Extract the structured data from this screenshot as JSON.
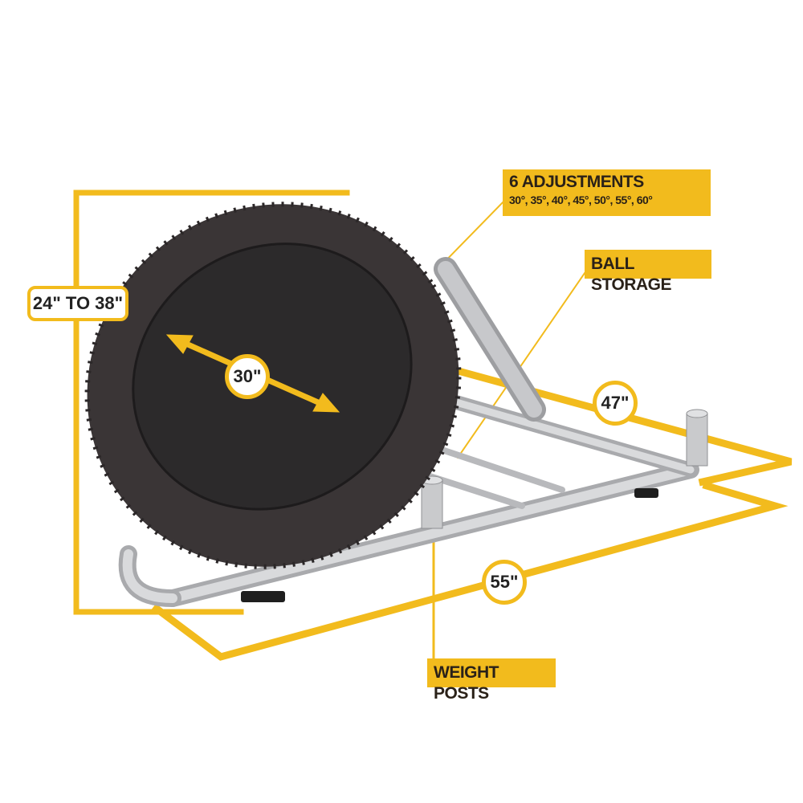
{
  "diagram": {
    "subject": "Rebounder trampoline on adjustable frame",
    "accent_color": "#f2bb1d",
    "callouts": {
      "adjustments": {
        "title": "6 ADJUSTMENTS",
        "angles": "30°, 35°, 40°, 45°, 50°, 55°, 60°"
      },
      "ball_storage": "BALL STORAGE",
      "weight_posts": "WEIGHT POSTS"
    },
    "dimensions": {
      "height": "24\" TO 38\"",
      "diameter": "30\"",
      "depth": "47\"",
      "width": "55\""
    }
  }
}
